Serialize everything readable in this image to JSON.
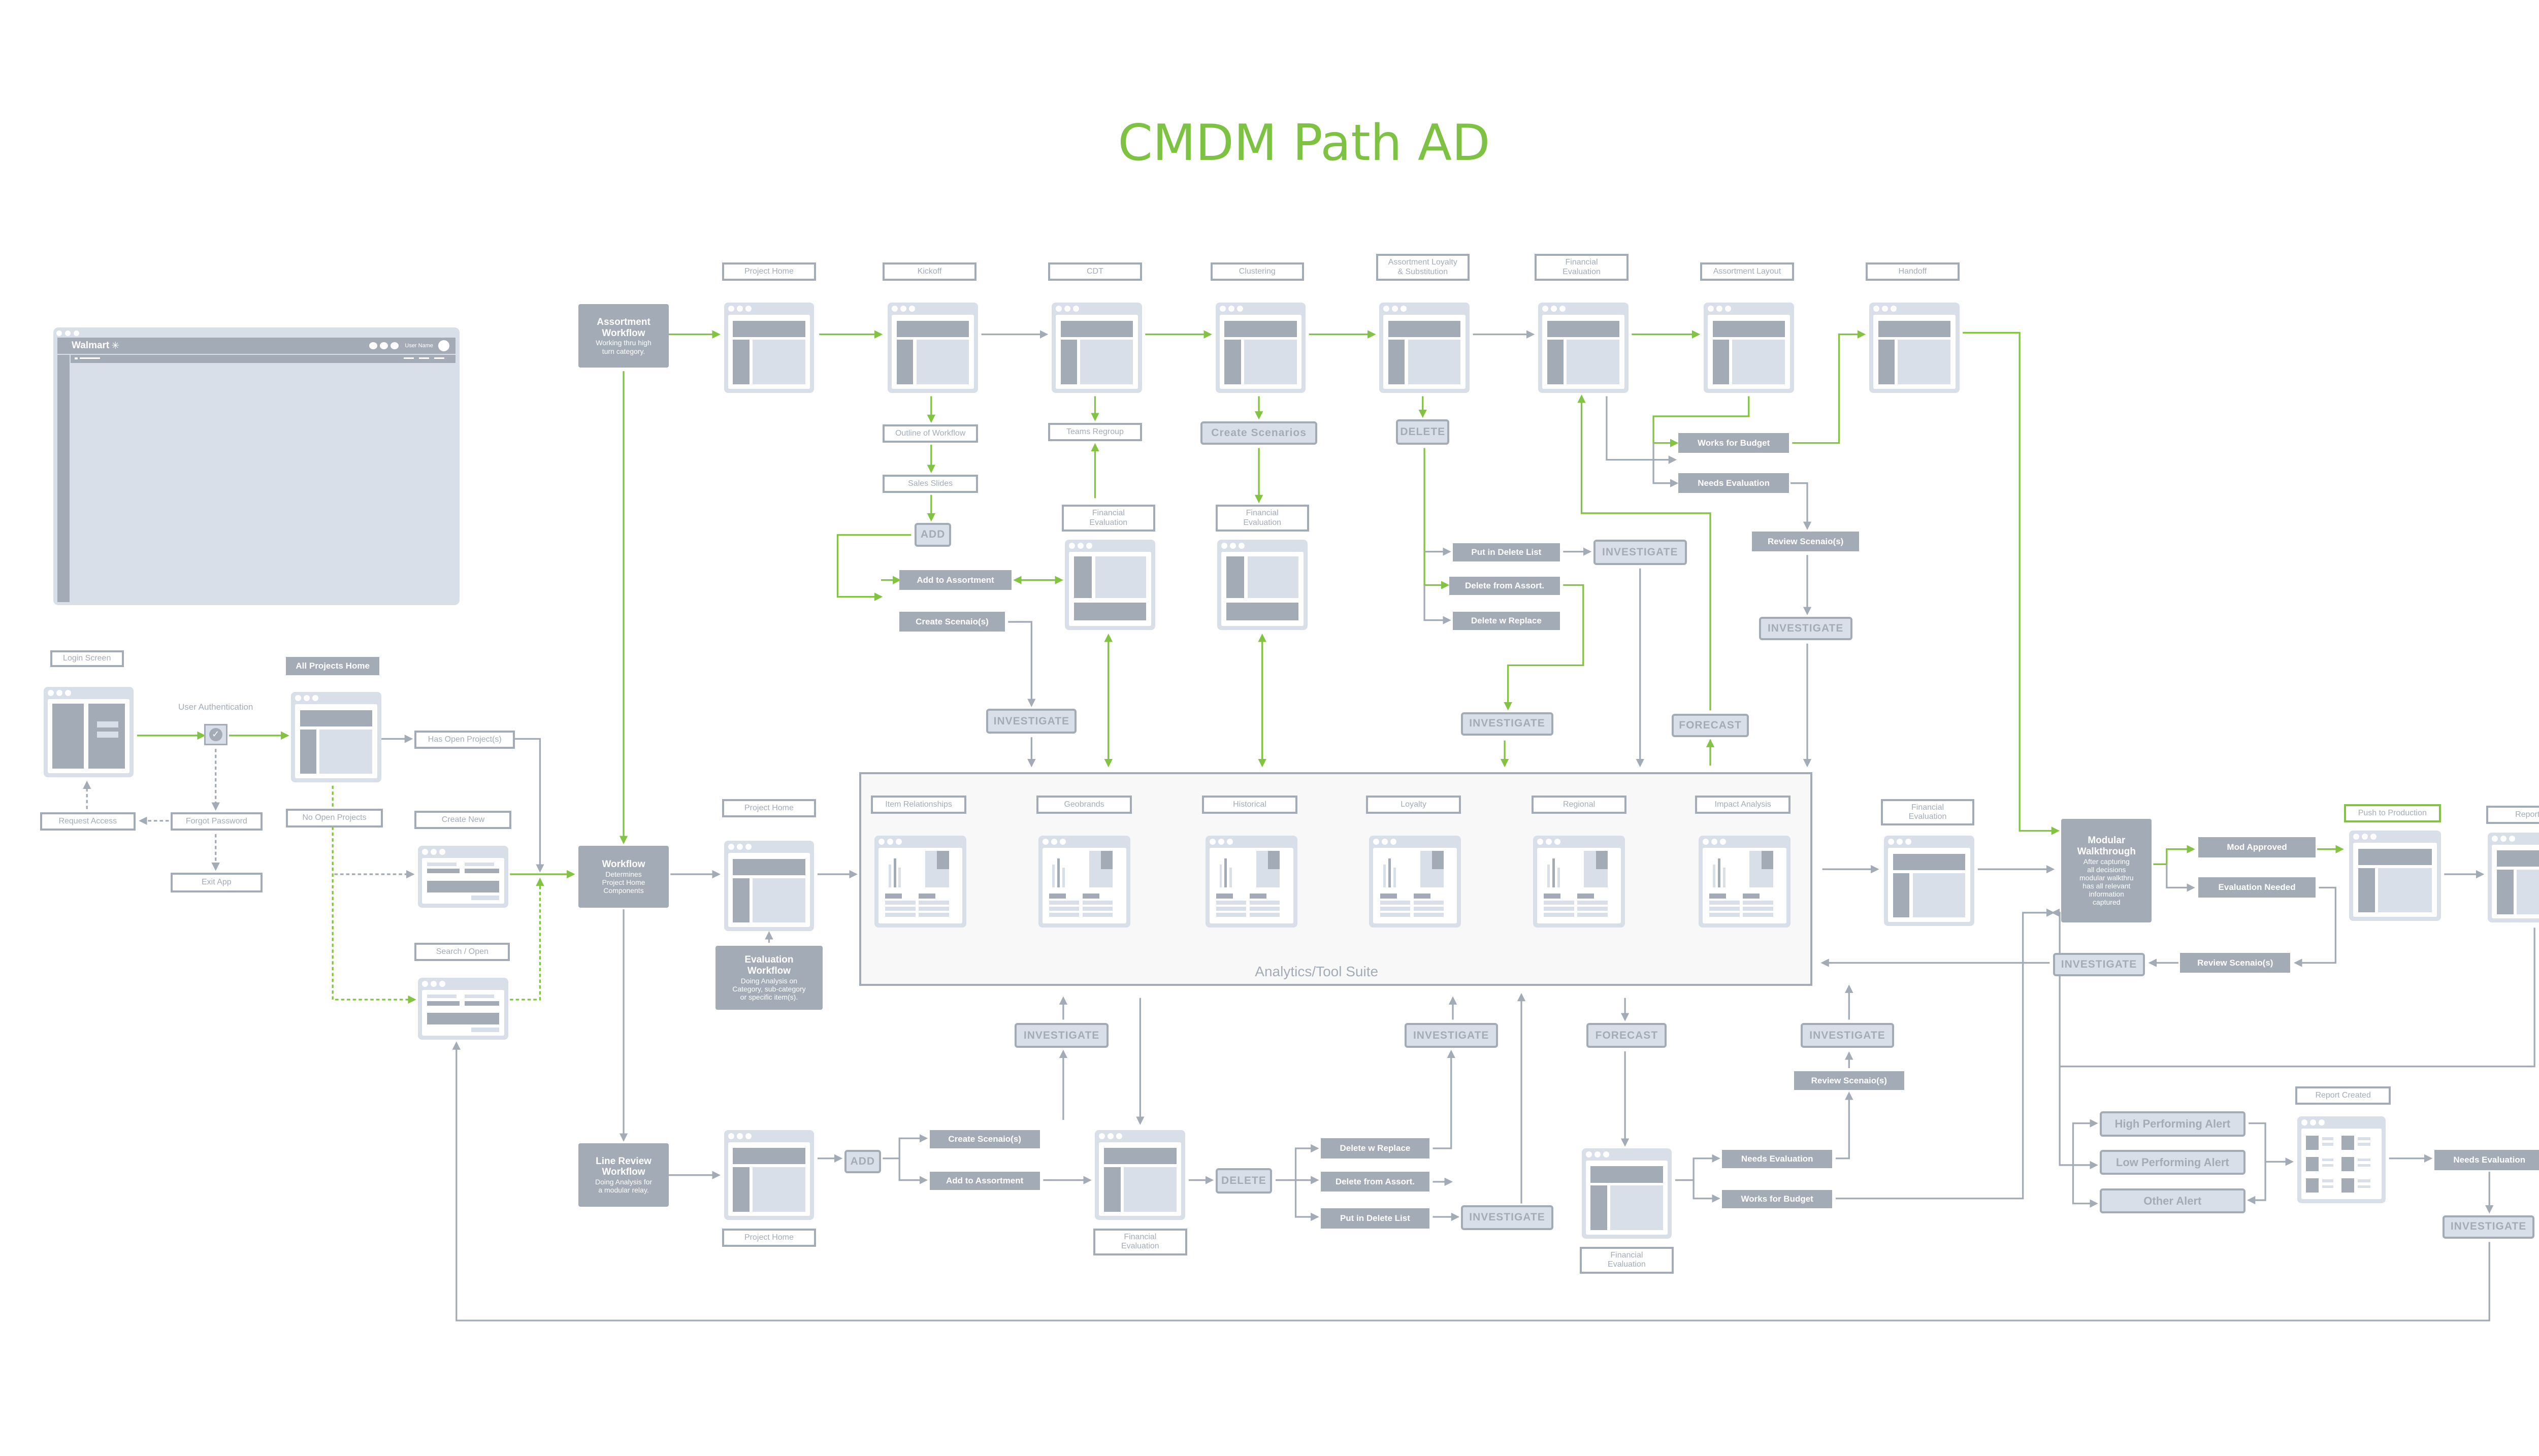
{
  "title": "CMDM Path AD",
  "colors": {
    "accent_green": "#82c341",
    "flow_gray": "#a3acb6",
    "screen_fill": "#d9dfe8"
  },
  "browser_mock": {
    "logo": "Walmart",
    "user_name": "User Name",
    "icons": [
      "walmart-spark-icon",
      "user-avatar-icon"
    ]
  },
  "nodes": {
    "lbl_project_home_top": {
      "text": "Project Home"
    },
    "lbl_kickoff": {
      "text": "Kickoff"
    },
    "lbl_cdt": {
      "text": "CDT"
    },
    "lbl_clustering": {
      "text": "Clustering"
    },
    "lbl_loyalty_sub": {
      "text": "Assortment Loyalty\n& Substitution"
    },
    "lbl_fin_eval_top": {
      "text": "Financial\nEvaluation"
    },
    "lbl_assort_layout": {
      "text": "Assortment Layout"
    },
    "lbl_handoff": {
      "text": "Handoff"
    },
    "assortment_workflow": {
      "text": "Assortment\nWorkflow",
      "sub": "Working thru high\nturn category."
    },
    "outline_workflow": {
      "text": "Outline of Workflow"
    },
    "sales_slides": {
      "text": "Sales Slides"
    },
    "add_top": {
      "text": "ADD"
    },
    "add_to_assortment_top": {
      "text": "Add to Assortment"
    },
    "create_scenario_top": {
      "text": "Create Scenaio(s)"
    },
    "teams_regroup": {
      "text": "Teams Regroup"
    },
    "lbl_fin_eval_cdt": {
      "text": "Financial\nEvaluation"
    },
    "create_scenarios_btn": {
      "text": "Create Scenarios"
    },
    "lbl_fin_eval_clust": {
      "text": "Financial\nEvaluation"
    },
    "delete_top": {
      "text": "DELETE"
    },
    "put_delete_list_top": {
      "text": "Put in Delete List"
    },
    "delete_from_assort_top": {
      "text": "Delete from Assort."
    },
    "delete_w_replace_top": {
      "text": "Delete w Replace"
    },
    "investigate_a": {
      "text": "INVESTIGATE"
    },
    "investigate_b": {
      "text": "INVESTIGATE"
    },
    "investigate_c": {
      "text": "INVESTIGATE"
    },
    "forecast_top": {
      "text": "FORECAST"
    },
    "works_budget_top": {
      "text": "Works for Budget"
    },
    "needs_eval_top": {
      "text": "Needs Evaluation"
    },
    "review_scen_top": {
      "text": "Review Scenaio(s)"
    },
    "investigate_d": {
      "text": "INVESTIGATE"
    },
    "lbl_login": {
      "text": "Login Screen"
    },
    "user_auth": {
      "text": "User Authentication"
    },
    "request_access": {
      "text": "Request Access"
    },
    "forgot_password": {
      "text": "Forgot Password"
    },
    "exit_app": {
      "text": "Exit App"
    },
    "all_projects_home": {
      "text": "All Projects Home"
    },
    "has_open_projects": {
      "text": "Has Open Project(s)"
    },
    "no_open_projects": {
      "text": "No Open Projects"
    },
    "create_new": {
      "text": "Create New"
    },
    "search_open": {
      "text": "Search / Open"
    },
    "workflow": {
      "text": "Workflow",
      "sub": "Determines\nProject Home\nComponents"
    },
    "lbl_project_home_mid": {
      "text": "Project Home"
    },
    "evaluation_workflow": {
      "text": "Evaluation\nWorkflow",
      "sub": "Doing Analysis on\nCategory, sub-category\nor specific item(s)."
    },
    "lbl_item_rel": {
      "text": "Item Relationships"
    },
    "lbl_geobrands": {
      "text": "Geobrands"
    },
    "lbl_historical": {
      "text": "Historical"
    },
    "lbl_loyalty": {
      "text": "Loyalty"
    },
    "lbl_regional": {
      "text": "Regional"
    },
    "lbl_impact": {
      "text": "Impact Analysis"
    },
    "analytics_caption": {
      "text": "Analytics/Tool Suite"
    },
    "lbl_fin_eval_right": {
      "text": "Financial\nEvaluation"
    },
    "modular_walkthrough": {
      "text": "Modular\nWalkthrough",
      "sub": "After capturing\nall decisions\nmodular walkthru\nhas all relevant\ninformation\ncaptured"
    },
    "mod_approved": {
      "text": "Mod Approved"
    },
    "evaluation_needed": {
      "text": "Evaluation Needed"
    },
    "push_production": {
      "text": "Push to Production"
    },
    "reporting": {
      "text": "Reporting"
    },
    "investigate_e": {
      "text": "INVESTIGATE"
    },
    "review_scen_right": {
      "text": "Review Scenaio(s)"
    },
    "high_alert": {
      "text": "High Performing Alert"
    },
    "low_alert": {
      "text": "Low Performing Alert"
    },
    "other_alert": {
      "text": "Other Alert"
    },
    "report_created": {
      "text": "Report Created"
    },
    "needs_eval_report": {
      "text": "Needs Evaluation"
    },
    "investigate_f": {
      "text": "INVESTIGATE"
    },
    "investigate_m1": {
      "text": "INVESTIGATE"
    },
    "investigate_m2": {
      "text": "INVESTIGATE"
    },
    "forecast_mid": {
      "text": "FORECAST"
    },
    "investigate_m3": {
      "text": "INVESTIGATE"
    },
    "review_scen_mid": {
      "text": "Review Scenaio(s)"
    },
    "line_review_workflow": {
      "text": "Line Review\nWorkflow",
      "sub": "Doing Analysis for\na modular relay."
    },
    "lbl_project_home_bot": {
      "text": "Project Home"
    },
    "add_bot": {
      "text": "ADD"
    },
    "create_scenario_bot": {
      "text": "Create Scenaio(s)"
    },
    "add_to_assortment_bot": {
      "text": "Add to Assortment"
    },
    "lbl_fin_eval_bot1": {
      "text": "Financial\nEvaluation"
    },
    "delete_bot": {
      "text": "DELETE"
    },
    "delete_w_replace_bot": {
      "text": "Delete w Replace"
    },
    "delete_from_assort_bot": {
      "text": "Delete from Assort."
    },
    "put_delete_list_bot": {
      "text": "Put in Delete List"
    },
    "investigate_g": {
      "text": "INVESTIGATE"
    },
    "lbl_fin_eval_bot2": {
      "text": "Financial\nEvaluation"
    },
    "needs_eval_bot": {
      "text": "Needs Evaluation"
    },
    "works_budget_bot": {
      "text": "Works for Budget"
    }
  }
}
